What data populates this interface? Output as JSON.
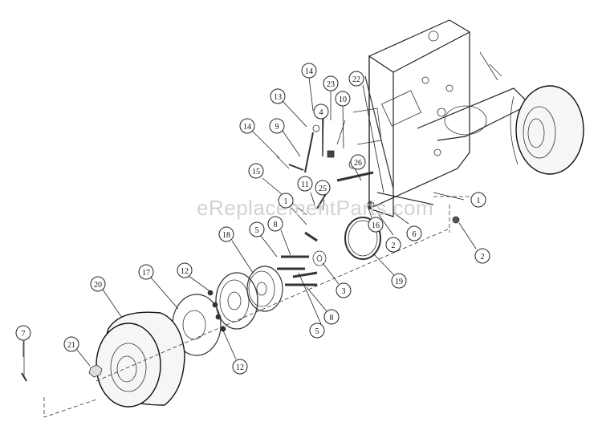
{
  "watermark": "eReplacementParts.com",
  "callouts": [
    {
      "label": "14"
    },
    {
      "label": "23"
    },
    {
      "label": "22"
    },
    {
      "label": "13"
    },
    {
      "label": "10"
    },
    {
      "label": "4"
    },
    {
      "label": "14"
    },
    {
      "label": "9"
    },
    {
      "label": "26"
    },
    {
      "label": "15"
    },
    {
      "label": "11"
    },
    {
      "label": "25"
    },
    {
      "label": "1"
    },
    {
      "label": "1"
    },
    {
      "label": "16"
    },
    {
      "label": "6"
    },
    {
      "label": "2"
    },
    {
      "label": "2"
    },
    {
      "label": "18"
    },
    {
      "label": "5"
    },
    {
      "label": "8"
    },
    {
      "label": "3"
    },
    {
      "label": "19"
    },
    {
      "label": "17"
    },
    {
      "label": "12"
    },
    {
      "label": "20"
    },
    {
      "label": "8"
    },
    {
      "label": "5"
    },
    {
      "label": "7"
    },
    {
      "label": "21"
    },
    {
      "label": "12"
    }
  ]
}
